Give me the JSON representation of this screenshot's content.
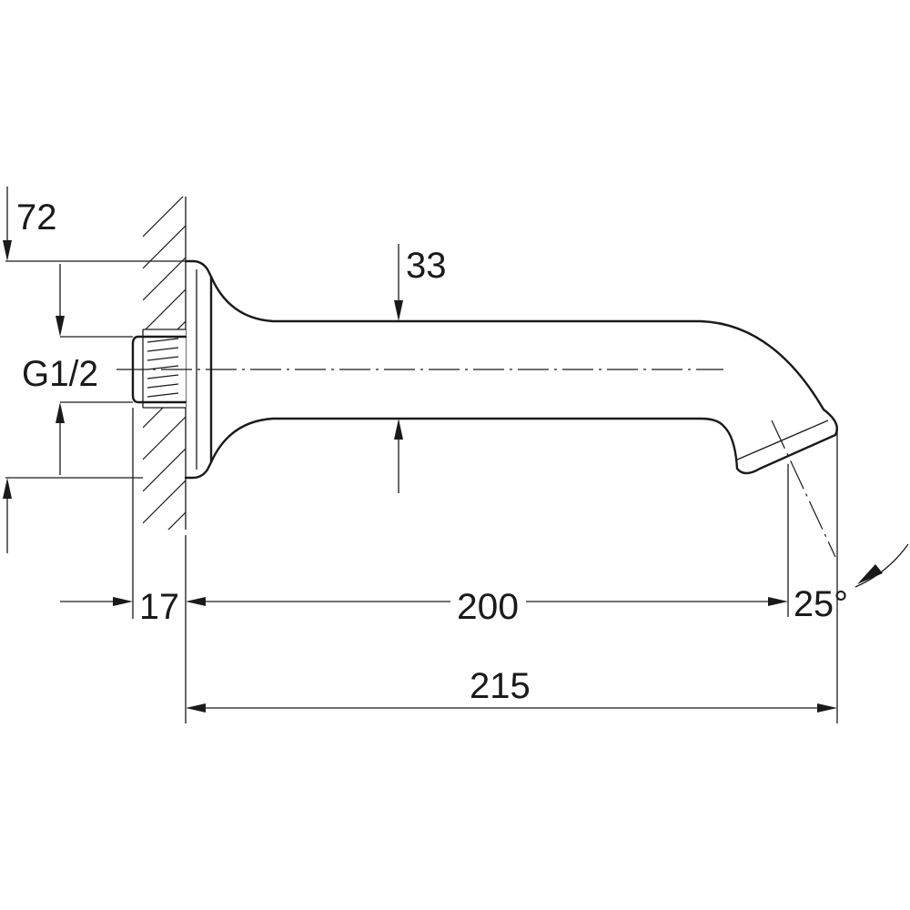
{
  "drawing": {
    "dimensions": {
      "flange_height": "72",
      "spout_diameter": "33",
      "thread": "G1/2",
      "wall_offset": "17",
      "spout_length": "200",
      "total_length": "215",
      "outlet_angle": "25°"
    }
  }
}
